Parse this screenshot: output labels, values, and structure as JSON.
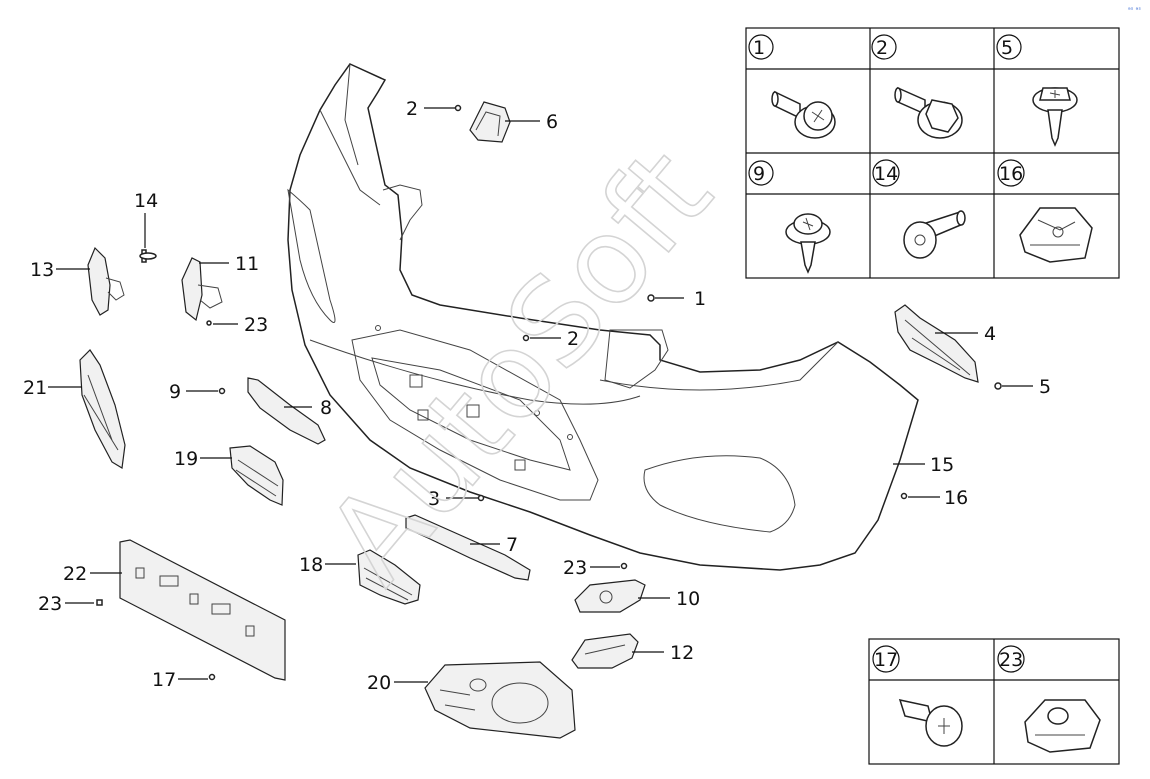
{
  "watermark": "AutoSoft",
  "corner_mark": "ᵃˢ ᵃˢ",
  "callouts": {
    "c1": "1",
    "c2a": "2",
    "c2b": "2",
    "c3": "3",
    "c4": "4",
    "c5": "5",
    "c6": "6",
    "c7": "7",
    "c8": "8",
    "c9": "9",
    "c10": "10",
    "c11": "11",
    "c12": "12",
    "c13": "13",
    "c14": "14",
    "c15": "15",
    "c16": "16",
    "c17": "17",
    "c18": "18",
    "c19": "19",
    "c20": "20",
    "c21": "21",
    "c22": "22",
    "c23a": "23",
    "c23b": "23",
    "c23c": "23"
  },
  "fastener_table": {
    "cells": [
      {
        "label": "1",
        "icon": "bolt-torx-washer-icon"
      },
      {
        "label": "2",
        "icon": "bolt-hex-flange-icon"
      },
      {
        "label": "5",
        "icon": "screw-hex-washer-icon"
      },
      {
        "label": "9",
        "icon": "screw-torx-washer-icon"
      },
      {
        "label": "14",
        "icon": "rivet-pin-icon"
      },
      {
        "label": "16",
        "icon": "spring-clip-icon"
      }
    ]
  },
  "clip_table": {
    "cells": [
      {
        "label": "17",
        "icon": "push-rivet-icon"
      },
      {
        "label": "23",
        "icon": "nut-clip-icon"
      }
    ]
  }
}
